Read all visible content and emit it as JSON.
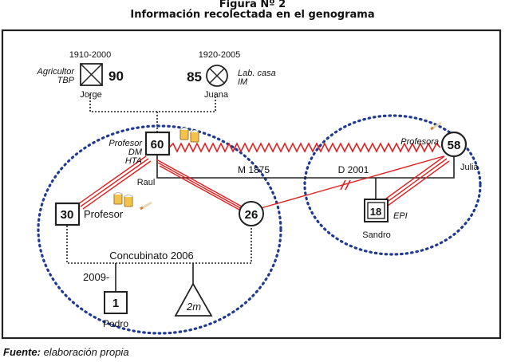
{
  "header": {
    "figure_label": "Figura Nº 2",
    "title": "Información recolectada en el genograma"
  },
  "source": {
    "label": "Fuente:",
    "text": "elaboración propia"
  },
  "people": {
    "jorge": {
      "name": "Jorge",
      "years": "1910-2000",
      "age": "90",
      "note1": "Agricultor",
      "note2": "TBP"
    },
    "juana": {
      "name": "Juana",
      "years": "1920-2005",
      "age": "85",
      "note1": "Lab. casa",
      "note2": "IM"
    },
    "raul": {
      "name": "Raul",
      "age": "60",
      "note1": "Profesor",
      "note2": "DM",
      "note3": "HTA"
    },
    "julia": {
      "name": "Julia",
      "age": "58",
      "note1": "Profesora"
    },
    "woman26": {
      "age": "26"
    },
    "man30": {
      "age": "30",
      "note1": "Profesor"
    },
    "sandro": {
      "name": "Sandro",
      "age": "18",
      "note1": "EPI"
    },
    "pedro": {
      "name": "Pedro",
      "age": "1"
    },
    "pregnancy": {
      "label": "2m"
    }
  },
  "relations": {
    "marriage": "M 1875",
    "divorce": "D 2001",
    "cohabitation": "Concubinato 2006",
    "since": "2009-"
  },
  "colors": {
    "conflict_red": "#e02020",
    "cluster_blue": "#1f3a93",
    "line": "#222222"
  }
}
